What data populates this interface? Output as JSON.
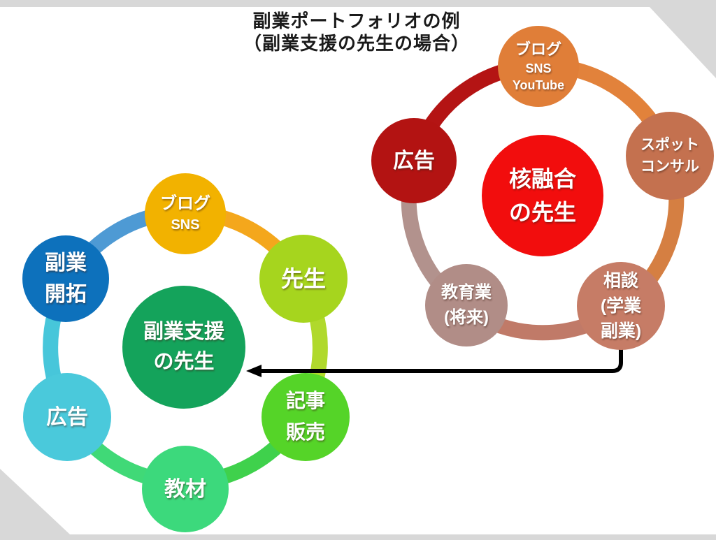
{
  "title": {
    "line1": "副業ポートフォリオの例",
    "line2": "（副業支援の先生の場合）"
  },
  "right_diagram": {
    "center": {
      "lines": [
        "核融合",
        "の先生"
      ],
      "color": "#F20D0D"
    },
    "satellites": [
      {
        "lines": [
          "ブログ",
          "SNS",
          "YouTube"
        ],
        "color": "#E07E38"
      },
      {
        "lines": [
          "スポット",
          "コンサル"
        ],
        "color": "#C4714F"
      },
      {
        "lines": [
          "相談",
          "(学業",
          "副業)"
        ],
        "color": "#C67C66"
      },
      {
        "lines": [
          "教育業",
          "(将来)"
        ],
        "color": "#B18D87"
      },
      {
        "lines": [
          "広告"
        ],
        "color": "#B31312"
      }
    ],
    "ring_colors": [
      "#E2823B",
      "#D57F42",
      "#C07A68",
      "#B2928D",
      "#B41414"
    ]
  },
  "left_diagram": {
    "center": {
      "lines": [
        "副業支援",
        "の先生"
      ],
      "color": "#14A35B"
    },
    "satellites": [
      {
        "lines": [
          "ブログ",
          "SNS"
        ],
        "color": "#F2B200"
      },
      {
        "lines": [
          "先生"
        ],
        "color": "#A6D51E"
      },
      {
        "lines": [
          "記事",
          "販売"
        ],
        "color": "#55D428"
      },
      {
        "lines": [
          "教材"
        ],
        "color": "#3CD97C"
      },
      {
        "lines": [
          "広告"
        ],
        "color": "#4AC9DB"
      },
      {
        "lines": [
          "副業",
          "開拓"
        ],
        "color": "#0D71BC"
      }
    ],
    "ring_colors": [
      "#F4A71C",
      "#B0D92C",
      "#3FD14C",
      "#40D977",
      "#47C6DA",
      "#4E9AD4"
    ]
  },
  "arrow": {
    "color": "#000000"
  }
}
